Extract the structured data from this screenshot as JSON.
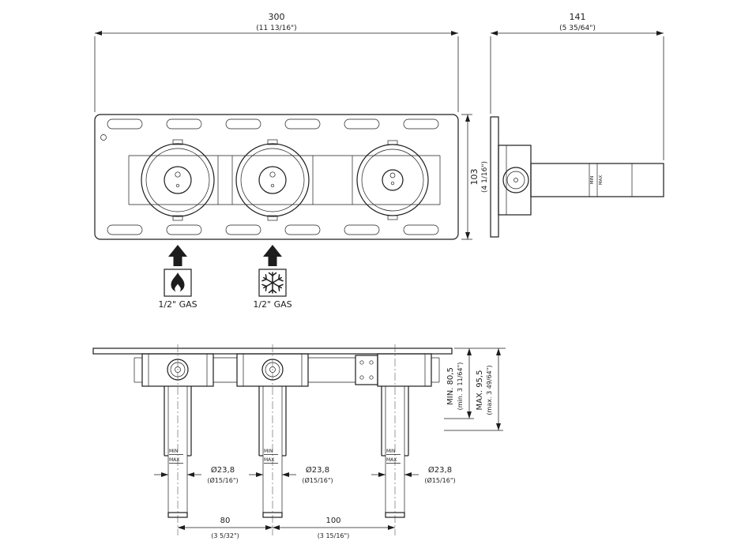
{
  "colors": {
    "line": "#1d1d1d",
    "background": "#ffffff"
  },
  "front_view": {
    "dim_width_mm": "300",
    "dim_width_in": "(11 13/16\")",
    "dim_height_mm": "103",
    "dim_height_in": "(4 1/16\")"
  },
  "side_view": {
    "dim_depth_mm": "141",
    "dim_depth_in": "(5 35/64\")",
    "pipe_min_label": "MIN",
    "pipe_max_label": "MAX"
  },
  "inlets": {
    "hot_label": "1/2\" GAS",
    "cold_label": "1/2\" GAS"
  },
  "bottom_view": {
    "dim_min_mm": "MIN. 80,5",
    "dim_min_in": "(min. 3 11/64\")",
    "dim_max_mm": "MAX. 95,5",
    "dim_max_in": "(max. 3 49/64\")",
    "pipes": [
      {
        "dia_mm": "Ø23,8",
        "dia_in": "(Ø15/16\")",
        "min_label": "MIN",
        "max_label": "MAX"
      },
      {
        "dia_mm": "Ø23,8",
        "dia_in": "(Ø15/16\")",
        "min_label": "MIN",
        "max_label": "MAX"
      },
      {
        "dia_mm": "Ø23,8",
        "dia_in": "(Ø15/16\")",
        "min_label": "MIN",
        "max_label": "MAX"
      }
    ],
    "dim_spacing_left_mm": "80",
    "dim_spacing_left_in": "(3 5/32\")",
    "dim_spacing_right_mm": "100",
    "dim_spacing_right_in": "(3 15/16\")"
  }
}
